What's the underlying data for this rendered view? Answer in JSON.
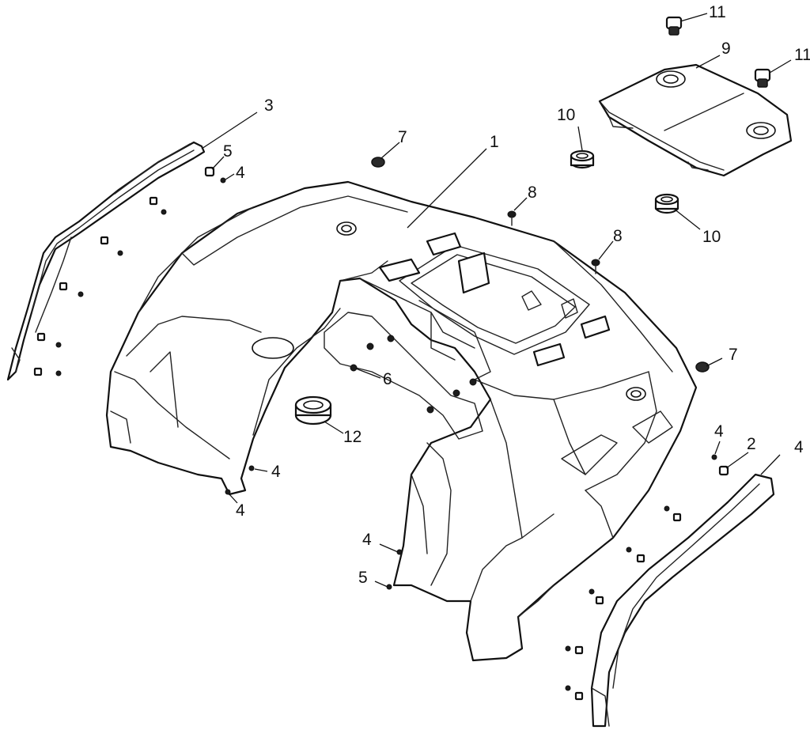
{
  "diagram": {
    "type": "exploded-parts-diagram",
    "callouts": [
      {
        "id": "c3",
        "label": "3"
      },
      {
        "id": "c5a",
        "label": "5"
      },
      {
        "id": "c4a",
        "label": "4"
      },
      {
        "id": "c7a",
        "label": "7"
      },
      {
        "id": "c1",
        "label": "1"
      },
      {
        "id": "c10a",
        "label": "10"
      },
      {
        "id": "c11a",
        "label": "11"
      },
      {
        "id": "c9",
        "label": "9"
      },
      {
        "id": "c11b",
        "label": "11"
      },
      {
        "id": "c8a",
        "label": "8"
      },
      {
        "id": "c10b",
        "label": "10"
      },
      {
        "id": "c8b",
        "label": "8"
      },
      {
        "id": "c7b",
        "label": "7"
      },
      {
        "id": "c6",
        "label": "6"
      },
      {
        "id": "c12",
        "label": "12"
      },
      {
        "id": "c4b",
        "label": "4"
      },
      {
        "id": "c4c",
        "label": "4"
      },
      {
        "id": "c4d",
        "label": "4"
      },
      {
        "id": "c5b",
        "label": "5"
      },
      {
        "id": "c2",
        "label": "2"
      },
      {
        "id": "c4e",
        "label": "4"
      },
      {
        "id": "c4f",
        "label": "4"
      }
    ]
  }
}
